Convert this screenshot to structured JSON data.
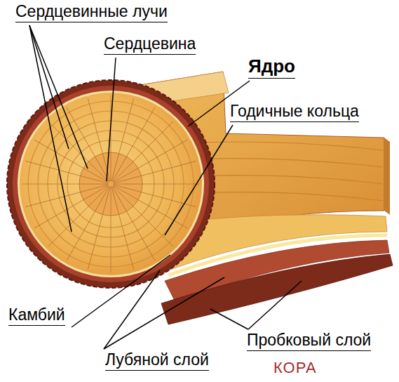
{
  "diagram": {
    "labels": [
      "Сердцевинные лучи",
      "Сердцевина",
      "Ядро",
      "Годичные кольца",
      "Камбий",
      "Пробковый слой",
      "Лубяной слой",
      "КОРА"
    ]
  }
}
